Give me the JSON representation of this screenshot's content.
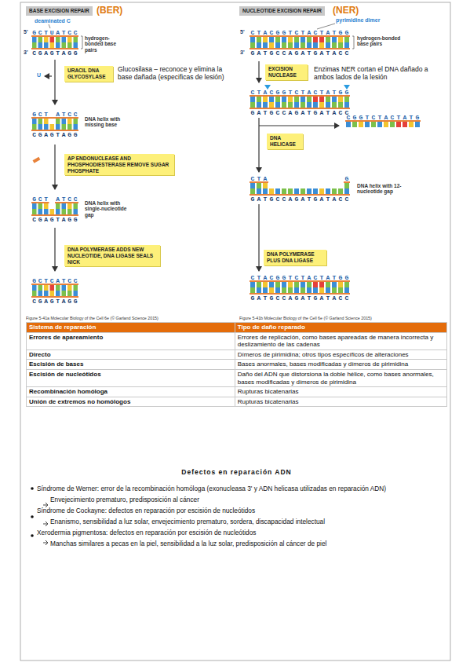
{
  "diagram": {
    "nodes": [
      {
        "text": [
          "BASE EXCISION REPAIR"
        ]
      },
      {
        "text": [
          "URACIL DNA GLYCOSYLASE"
        ]
      },
      {
        "text": [
          "AP ENDONUCLEASE AND PHOSPHODIESTERASE REMOVE SUGAR PHOSPHATE"
        ]
      },
      {
        "text": [
          "DNA POLYMERASE ADDS NEW NUCLEOTIDE, DNA LIGASE SEALS NICK"
        ]
      },
      {
        "text": [
          "NUCLEOTIDE EXCISION REPAIR"
        ]
      },
      {
        "text": [
          "EXCISION NUCLEASE"
        ]
      },
      {
        "text": [
          "DNA HELICASE"
        ]
      },
      {
        "text": [
          "DNA POLYMERASE PLUS DNA LIGASE"
        ]
      }
    ],
    "labels": [
      "(BER)",
      "deaminated C",
      "5'",
      "GCTUATCC",
      "CGAGTAGG",
      "3'",
      "hydrogen-bonded base pairs",
      "U",
      "Glucosilasa – reconoce y elimina la base dañada (especificas de lesión)",
      "GCT ATCC",
      "CGAGTAGG",
      "DNA helix with missing base",
      "GCT ATCC",
      "CGAGTAGG",
      "DNA helix with single-nucleotide gap",
      "GCTCATCC",
      "CGAGTAGG",
      "Figure 5-41a Molecular Biology of the Cell 6e (© Garland Science 2015)",
      "(NER)",
      "pyrimidine dimer",
      "5'",
      "CTACGGTCTACTATGG",
      "GATGCCAGATGATACC",
      "3'",
      "hydrogen-bonded base pairs",
      "Enzimas NER cortan el DNA dañado a ambos lados de la lesión",
      "CTACGGTCTACTATGG",
      "GATGCCAGATGATACC",
      "CGGTCTACTATG",
      "CTA",
      "G",
      "GATGCCAGATGATACC",
      "DNA helix with 12-nucleotide gap",
      "CTACGGTCTACTATGG",
      "GATGCCAGATGATACC",
      "Figure 5-41b Molecular Biology of the Cell 6e (© Garland Science 2015)",
      "Sistema de reparación",
      "Tipo de daño reparado",
      "Errores de apareamiento",
      "Errores de replicación, como bases apareadas de manera incorrecta y deslizamiento de las cadenas",
      "Directo",
      "Dímeros de pirimidina; otros tipos específicos de alteraciones",
      "Escisión de bases",
      "Bases anormales, bases modificadas y dímeros de pirimidina",
      "Escisión de nucleótidos",
      "Daño del ADN que distorsiona la doble hélice, como bases anormales, bases modificadas y dímeros de pirimidina",
      "Recombinación homóloga",
      "Rupturas bicatenarias",
      "Unión de extremos no homólogos",
      "Rupturas bicatenarias",
      "Defectos en reparación ADN",
      "Síndrome de Werner: error de la recombinación homóloga (exonucleasa 3' y ADN helicasa utilizadas en reparación ADN)",
      "Envejecimiento prematuro, predisposición al cáncer",
      "Síndrome de Cockayne: defectos en reparación por escisión de nucleótidos",
      "Enanismo, sensibilidad a luz solar, envejecimiento prematuro, sordera, discapacidad intelectual",
      "Xerodermia pigmentosa: defectos en reparación por escisión de nucleótidos",
      "Manchas similares a pecas en la piel, sensibilidad a la luz solar, predisposición al cáncer de piel"
    ]
  }
}
